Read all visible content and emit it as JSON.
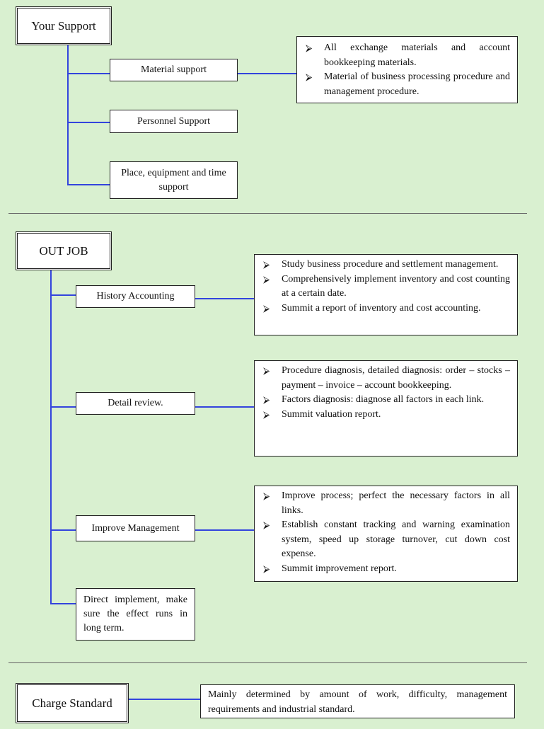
{
  "support": {
    "title": "Your Support",
    "items": [
      "Material support",
      "Personnel Support",
      "Place, equipment and time support"
    ],
    "notes": [
      "All exchange materials and account bookkeeping materials.",
      "Material of business processing procedure and management procedure."
    ]
  },
  "job": {
    "title": "OUT JOB",
    "items": [
      "History Accounting",
      "Detail review.",
      "Improve Management",
      "Direct implement, make sure the effect runs in long term."
    ],
    "history_notes": [
      "Study business procedure and settlement management.",
      "Comprehensively implement inventory and cost counting at a certain date.",
      "Summit a report of inventory and cost accounting."
    ],
    "review_notes": [
      "Procedure diagnosis, detailed diagnosis: order – stocks – payment – invoice – account bookkeeping.",
      "Factors diagnosis: diagnose all factors in each link.",
      "Summit valuation report."
    ],
    "improve_notes": [
      "Improve process; perfect the necessary factors in all links.",
      "Establish constant tracking and warning examination system, speed up storage turnover, cut down cost expense.",
      "Summit improvement report."
    ]
  },
  "charge": {
    "title": "Charge Standard",
    "note": "Mainly determined by amount of work, difficulty, management requirements and industrial standard."
  },
  "colors": {
    "background": "#d9f0d0",
    "connector": "#3344dd"
  },
  "icons": {
    "bullet": "arrow-bullet-icon"
  }
}
